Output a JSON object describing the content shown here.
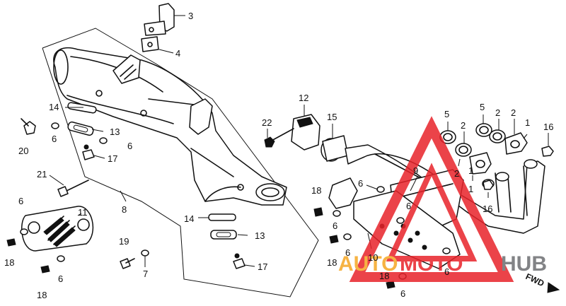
{
  "callouts": {
    "c3": "3",
    "c4": "4",
    "c14a": "14",
    "c6a": "6",
    "c13a": "13",
    "c6b": "6",
    "c17a": "17",
    "c20": "20",
    "c21": "21",
    "c8": "8",
    "c6c": "6",
    "c11": "11",
    "c18a": "18",
    "c19": "19",
    "c7": "7",
    "c18b": "18",
    "c6d": "6",
    "c14b": "14",
    "c13b": "13",
    "c17b": "17",
    "c12": "12",
    "c22": "22",
    "c15": "15",
    "c18c": "18",
    "c6e": "6",
    "c6f": "6",
    "c6g": "6",
    "c18d": "18",
    "c6h": "6",
    "c10": "10",
    "c9": "9",
    "c18e": "18",
    "c6i": "6",
    "c6j": "6",
    "c5a": "5",
    "c5b": "5",
    "c2a": "2",
    "c2b": "2",
    "c2c": "2",
    "c1a": "1",
    "c16a": "16",
    "c2d": "2",
    "c1b": "1",
    "c1c": "1",
    "c16b": "16"
  },
  "watermark": {
    "word_a": "AUTO",
    "word_b": "MOTO",
    "word_c": "HUB",
    "color_red": "#e8232a",
    "color_orange": "#f5a623",
    "color_grey": "#6d6e71"
  },
  "direction_label": "FWD"
}
